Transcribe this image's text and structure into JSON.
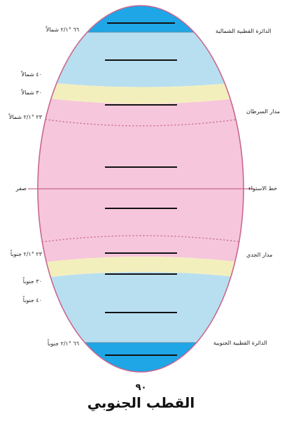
{
  "colors": {
    "polar": "#1ea6e6",
    "temperate": "#b8dff0",
    "subtropical": "#f3efbd",
    "tropical": "#f6c6dc",
    "outline": "#c9678f",
    "blank_line": "#111111"
  },
  "left_labels": [
    "٦٦ °٢/١ شمالاً",
    "٤٠ شمالاً",
    "٣٠ شمالاً",
    "٢٣ °٢/١ شمالاً",
    "صفر",
    "٢٣ °٢/١ جنوباً",
    "٣٠ جنوباً",
    "٤٠ جنوباً",
    "٦٦ °٢/١ جنوباً"
  ],
  "right_labels": [
    "الدائرة القطبية الشمالية",
    "مدار السرطان",
    "خط الاستواء",
    "مدار الجدي",
    "الدائرة القطبية الجنوبية"
  ],
  "bottom": {
    "degree": "٩٠",
    "pole_name": "القطب الجنوبي"
  },
  "blank_count": 9
}
